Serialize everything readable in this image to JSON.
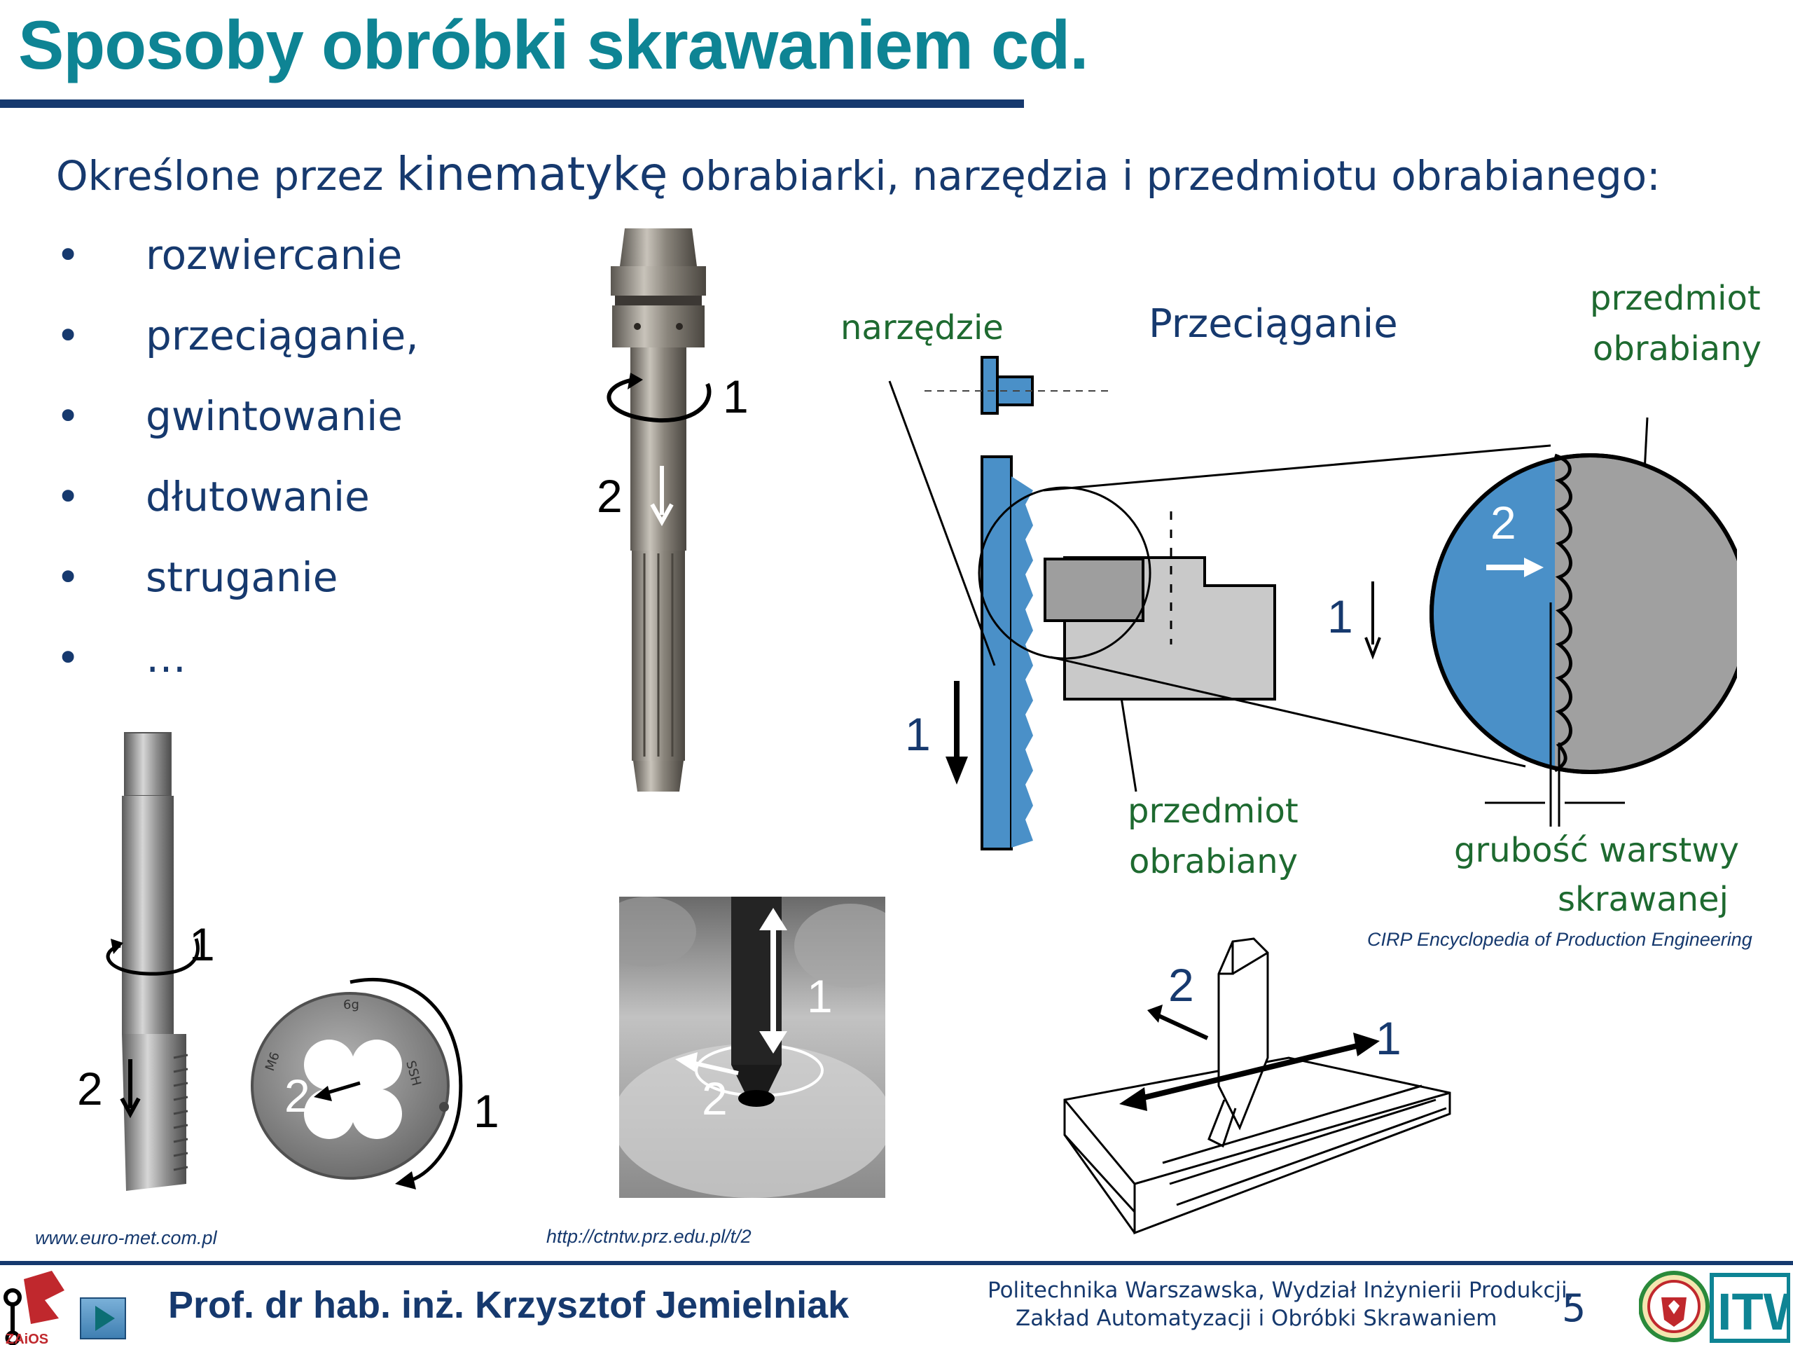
{
  "slide": {
    "title": "Sposoby obróbki skrawaniem cd.",
    "intro_before": "Określone przez ",
    "intro_keyword": "kinematykę",
    "intro_after": " obrabiarki, narzędzia i przedmiotu obrabianego:",
    "bullet_symbol": "•",
    "bullets": [
      "rozwiercanie",
      "przeciąganie,",
      "gwintowanie",
      "dłutowanie",
      "struganie",
      "…"
    ]
  },
  "figures": {
    "reamer": {
      "labels": [
        "1",
        "2"
      ]
    },
    "broaching": {
      "title": "Przeciąganie",
      "tool_label": "narzędzie",
      "workpiece_label_line1": "przedmiot",
      "workpiece_label_line2": "obrabiany",
      "workpiece_top_line1": "przedmiot",
      "workpiece_top_line2": "obrabiany",
      "chip_thickness_line1": "grubość warstwy",
      "chip_thickness_line2": "skrawanej",
      "motion_labels": [
        "1",
        "1",
        "2"
      ],
      "source": "CIRP Encyclopedia of Production Engineering",
      "colors": {
        "tool_blue": "#4a90c8",
        "workpiece_gray": "#a0a0a0"
      }
    },
    "tap_die": {
      "labels": [
        "1",
        "2",
        "2",
        "1"
      ],
      "die_marks": [
        "6g",
        "M6",
        "SSH"
      ],
      "source": "www.euro-met.com.pl"
    },
    "slotting": {
      "labels": [
        "1",
        "2"
      ],
      "source": "http://ctntw.prz.edu.pl/t/2"
    },
    "planing": {
      "labels": [
        "2",
        "1"
      ]
    }
  },
  "footer": {
    "author": "Prof. dr hab. inż. Krzysztof Jemielniak",
    "institution_line1": "Politechnika Warszawska, Wydział Inżynierii Produkcji,",
    "institution_line2": "Zakład Automatyzacji i Obróbki Skrawaniem",
    "page_number": "5",
    "logo_left_text": "ZAiOS",
    "logo_right_text": "ITW",
    "nav_icon": "play-icon",
    "colors": {
      "primary": "#16396e",
      "accent": "#0e8494",
      "logo_red": "#c0282d"
    }
  }
}
